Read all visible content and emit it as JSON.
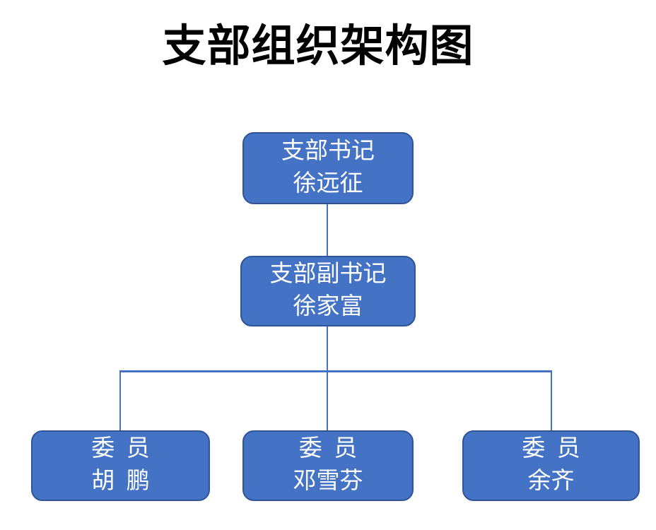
{
  "title": "支部组织架构图",
  "colors": {
    "box_fill": "#4472C4",
    "box_border": "#2F5597",
    "connector_line": "#4472C4",
    "text": "#FFFFFF",
    "title_text": "#000000",
    "background": "#FFFFFF"
  },
  "org": {
    "root": {
      "role": "支部书记",
      "name": "徐远征"
    },
    "deputy": {
      "role": "支部副书记",
      "name": "徐家富"
    },
    "members": [
      {
        "role": "委  员",
        "name": "胡  鹏"
      },
      {
        "role": "委  员",
        "name": "邓雪芬"
      },
      {
        "role": "委  员",
        "name": "余齐"
      }
    ]
  }
}
